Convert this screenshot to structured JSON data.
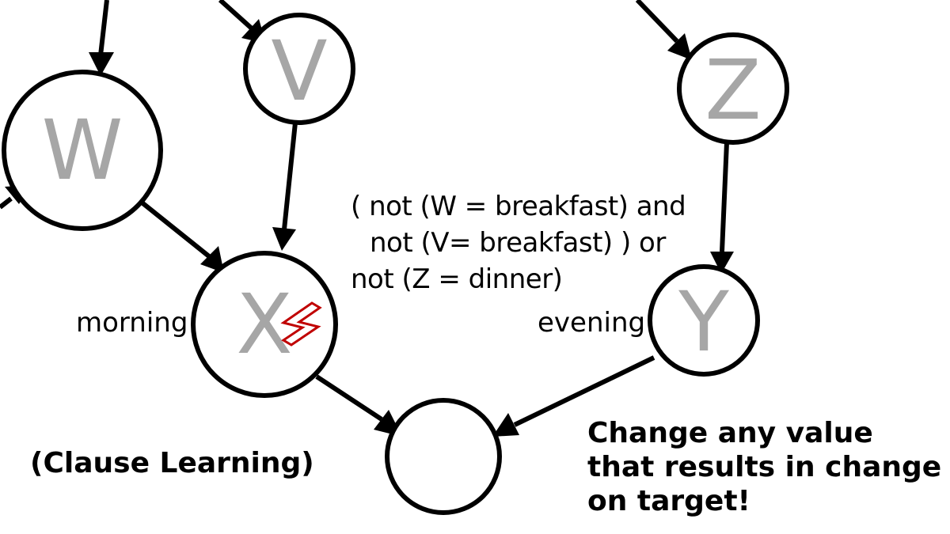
{
  "nodes": {
    "w": {
      "letter": "W"
    },
    "v": {
      "letter": "V"
    },
    "z": {
      "letter": "Z"
    },
    "x": {
      "letter": "X"
    },
    "y": {
      "letter": "Y"
    },
    "target": {
      "letter": ""
    }
  },
  "constraint": {
    "lines": [
      "( not (W = breakfast) and",
      "not (V= breakfast) ) or",
      "not (Z = dinner)"
    ]
  },
  "labels": {
    "x_value": "morning",
    "y_value": "evening",
    "method": "(Clause Learning)",
    "note": [
      "Change any value",
      "that results in change",
      "on target!"
    ]
  },
  "colors": {
    "letters": "#a6a6a6",
    "conflict": "#c00000"
  },
  "icons": {
    "conflict": "lightning-bolt-icon"
  }
}
